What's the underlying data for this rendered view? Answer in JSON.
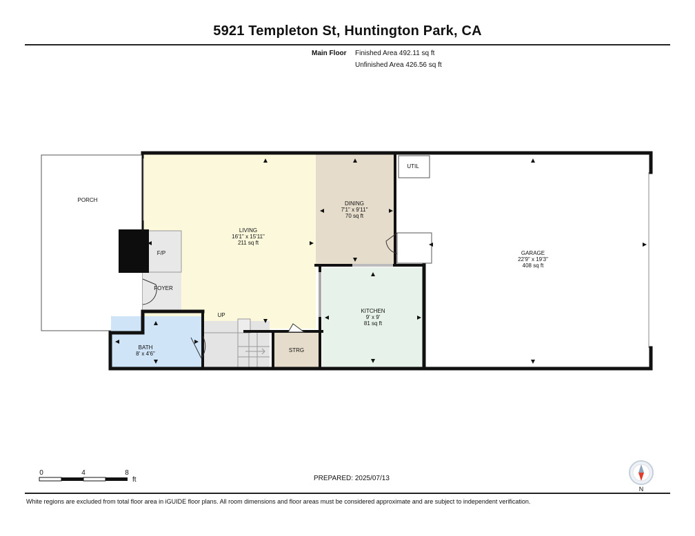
{
  "header": {
    "title": "5921 Templeton St, Huntington Park, CA",
    "floor_label": "Main Floor",
    "finished_area": "Finished Area 492.11 sq ft",
    "unfinished_area": "Unfinished Area 426.56 sq ft"
  },
  "rooms": {
    "porch": {
      "name": "PORCH"
    },
    "living": {
      "name": "LIVING",
      "dims": "16'1\" x 15'11\"",
      "area": "211 sq ft"
    },
    "dining": {
      "name": "DINING",
      "dims": "7'1\" x 9'11\"",
      "area": "70 sq ft"
    },
    "kitchen": {
      "name": "KITCHEN",
      "dims": "9' x 9'",
      "area": "81 sq ft"
    },
    "garage": {
      "name": "GARAGE",
      "dims": "22'9\" x 19'3\"",
      "area": "408 sq ft"
    },
    "bath": {
      "name": "BATH",
      "dims": "8' x 4'6\""
    },
    "util": {
      "name": "UTIL"
    },
    "fp": {
      "name": "F/P"
    },
    "foyer": {
      "name": "FOYER"
    },
    "storage": {
      "name": "STRG"
    },
    "stairs": {
      "name": "UP"
    }
  },
  "scale": {
    "ticks": [
      "0",
      "4",
      "8"
    ],
    "unit": "ft"
  },
  "compass": {
    "label": "N"
  },
  "prepared": "PREPARED: 2025/07/13",
  "footer": "White regions are excluded from total floor area in iGUIDE floor plans. All room dimensions and floor areas must be considered approximate and are subject to independent verification.",
  "colors": {
    "living": "#fbf8dc",
    "dining": "#e6dccb",
    "kitchen": "#e7f3ea",
    "bath": "#cfe4f7",
    "storage": "#e5dccb",
    "stairs": "#e4e4e4",
    "wall": "#111111"
  }
}
